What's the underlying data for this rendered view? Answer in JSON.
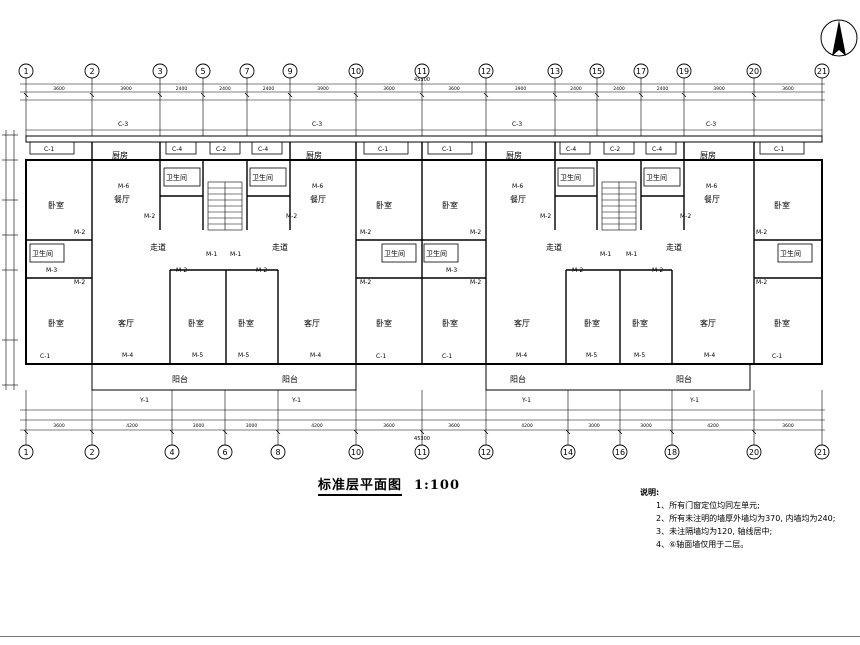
{
  "drawing": {
    "title": "标准层平面图",
    "scale": "1:100",
    "notes_heading": "说明:",
    "notes": [
      "1、所有门窗定位均同左单元;",
      "2、所有未注明的墙厚外墙均为370, 内墙均为240;",
      "3、未注隔墙均为120, 轴线居中;",
      "4、⑥轴面墙仅用于二层。"
    ],
    "top_axes": [
      "1",
      "2",
      "3",
      "5",
      "7",
      "9",
      "10",
      "11",
      "12",
      "13",
      "15",
      "17",
      "19",
      "20",
      "21"
    ],
    "bottom_axes": [
      "1",
      "2",
      "4",
      "6",
      "8",
      "10",
      "11",
      "12",
      "14",
      "16",
      "18",
      "20",
      "21"
    ],
    "top_overall_dim": "45300",
    "bottom_overall_dim": "45300",
    "top_bay_dims": [
      "3600",
      "3900",
      "2400",
      "2400",
      "2400",
      "3900",
      "3600",
      "3600",
      "3900",
      "2400",
      "2400",
      "2400",
      "3900",
      "3600"
    ],
    "bottom_bay_dims": [
      "3600",
      "4200",
      "3000",
      "3000",
      "4200",
      "3600",
      "3600",
      "4200",
      "3000",
      "3000",
      "4200",
      "3600"
    ],
    "rooms": {
      "kitchen": "厨房",
      "dining": "餐厅",
      "bedroom": "卧室",
      "bathroom": "卫生间",
      "corridor": "走道",
      "living": "客厅",
      "balcony": "阳台"
    },
    "tags": {
      "c1": "C-1",
      "c2": "C-2",
      "c3": "C-3",
      "c4": "C-4",
      "m1": "M-1",
      "m2": "M-2",
      "m3": "M-3",
      "m4": "M-4",
      "m5": "M-5",
      "m6": "M-6",
      "y1": "Y-1"
    }
  }
}
